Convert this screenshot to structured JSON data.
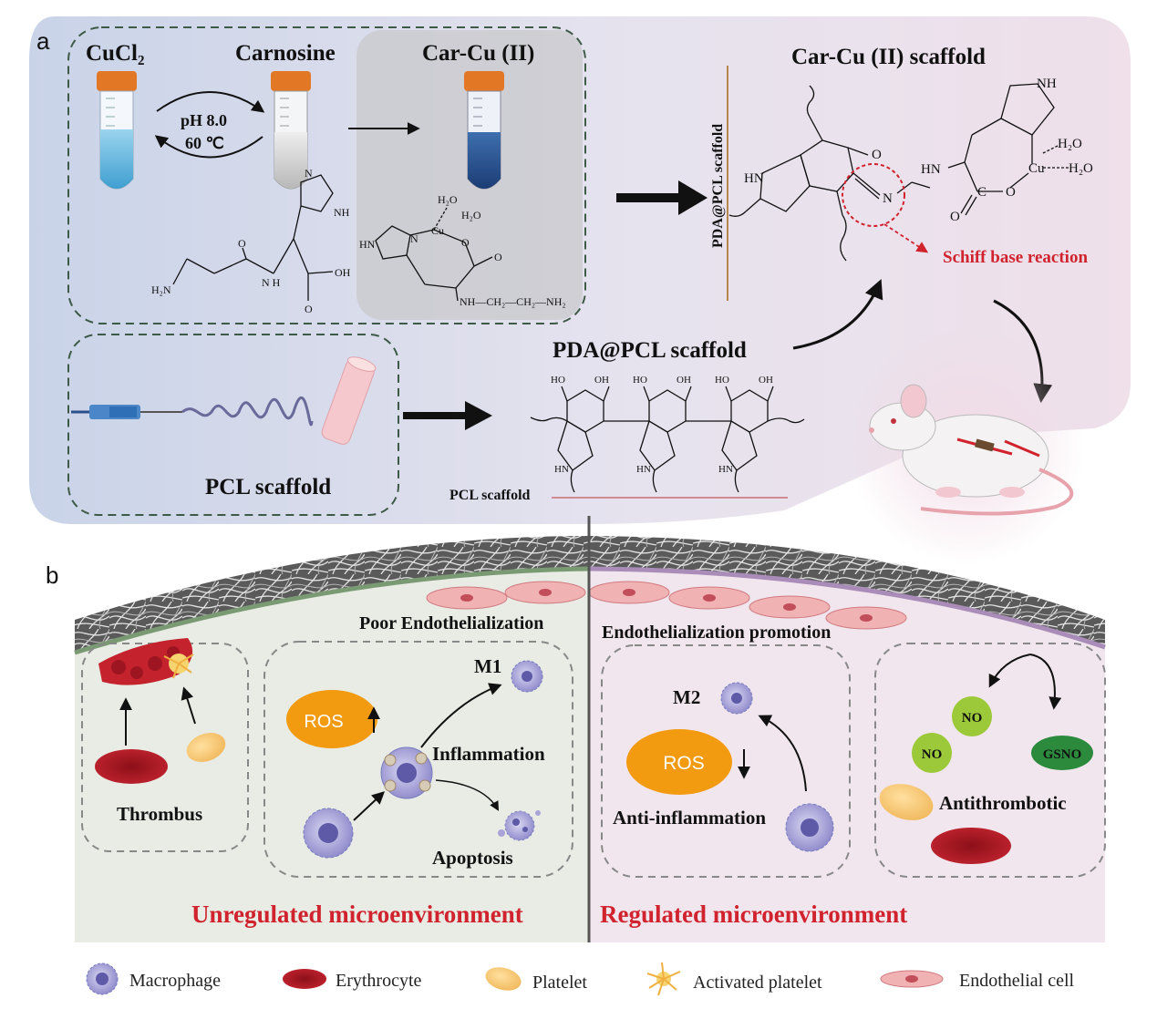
{
  "panel_a": {
    "label": "a",
    "cucl2": "CuCl₂",
    "carnosine": "Carnosine",
    "carcu": "Car-Cu (II)",
    "cond_ph": "pH 8.0",
    "cond_temp": "60 ℃",
    "pcl_scaffold": "PCL scaffold",
    "pda_pcl_scaffold": "PDA@PCL scaffold",
    "carcu_scaffold": "Car-Cu (II) scaffold",
    "pda_pcl_vertical": "PDA@PCL scaffold",
    "pcl_scaffold_small": "PCL scaffold",
    "schiff": "Schiff base reaction",
    "carnosine_atoms": {
      "nh": "NH",
      "n": "N",
      "h2n": "H₂N",
      "o1": "O",
      "o2": "O",
      "oh": "OH",
      "nh2": "N\nH"
    },
    "complex_atoms": {
      "h2o_a": "H₂O",
      "h2o_b": "H₂O",
      "hn": "HN",
      "n": "N",
      "cu": "Cu",
      "o1": "O",
      "o2": "O",
      "chain": "NH—CH₂—CH₂—NH₂"
    },
    "pda_atoms": {
      "ho1": "HO",
      "oh1": "OH",
      "ho2": "HO",
      "oh2": "OH",
      "ho3": "HO",
      "oh3": "OH",
      "hn1": "HN",
      "hn2": "HN",
      "hn3": "HN"
    },
    "carcu_atoms": {
      "nh_top": "NH",
      "h2o_a": "H₂O",
      "h2o_b": "H₂O",
      "cu": "Cu",
      "hn_left": "HN",
      "o_keto": "O",
      "n_imine": "N",
      "hn_link": "HN",
      "c": "C",
      "o_ring": "O",
      "o_bottom": "O"
    }
  },
  "panel_b": {
    "label": "b",
    "poor_endo": "Poor Endothelialization",
    "endo_promo": "Endothelialization promotion",
    "thrombus": "Thrombus",
    "ros_left": "ROS",
    "m1": "M1",
    "inflammation": "Inflammation",
    "apoptosis": "Apoptosis",
    "m2": "M2",
    "ros_right": "ROS",
    "anti_inflammation": "Anti-inflammation",
    "no1": "NO",
    "no2": "NO",
    "gsno": "GSNO",
    "antithrombotic": "Antithrombotic",
    "unregulated": "Unregulated microenvironment",
    "regulated": "Regulated microenvironment"
  },
  "legend": [
    {
      "icon": "macrophage-icon",
      "label": "Macrophage"
    },
    {
      "icon": "erythrocyte-icon",
      "label": "Erythrocyte"
    },
    {
      "icon": "platelet-icon",
      "label": "Platelet"
    },
    {
      "icon": "activated-platelet-icon",
      "label": "Activated platelet"
    },
    {
      "icon": "endothelial-cell-icon",
      "label": "Endothelial cell"
    }
  ],
  "colors": {
    "accent_red": "#d0232e",
    "ros_orange": "#f29a10",
    "no_green": "#9cc93a",
    "gsno_green": "#2b8a3c",
    "dashed_box": "#3c5a45",
    "divider": "#555555"
  }
}
